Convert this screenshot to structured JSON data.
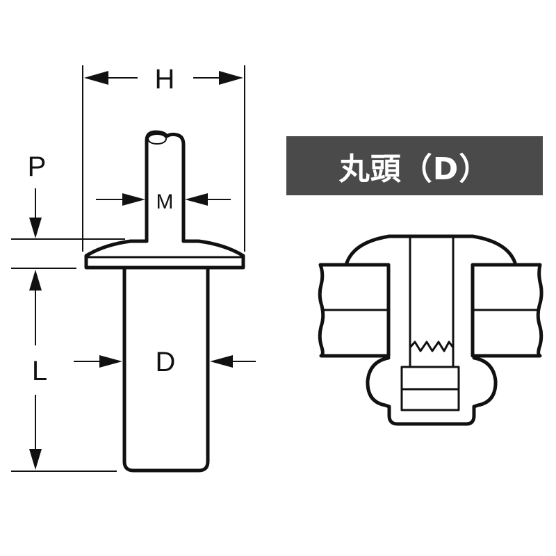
{
  "title": {
    "text": "丸頭（D）",
    "background": "#4a4a4a",
    "color": "#ffffff"
  },
  "side_view": {
    "labels": {
      "H": "H",
      "P": "P",
      "M": "M",
      "L": "L",
      "D": "D"
    }
  },
  "section_view": {
    "description": "cross-section of round-head blind rivet installed through two plates"
  },
  "colors": {
    "line": "#111111",
    "background": "#ffffff"
  }
}
